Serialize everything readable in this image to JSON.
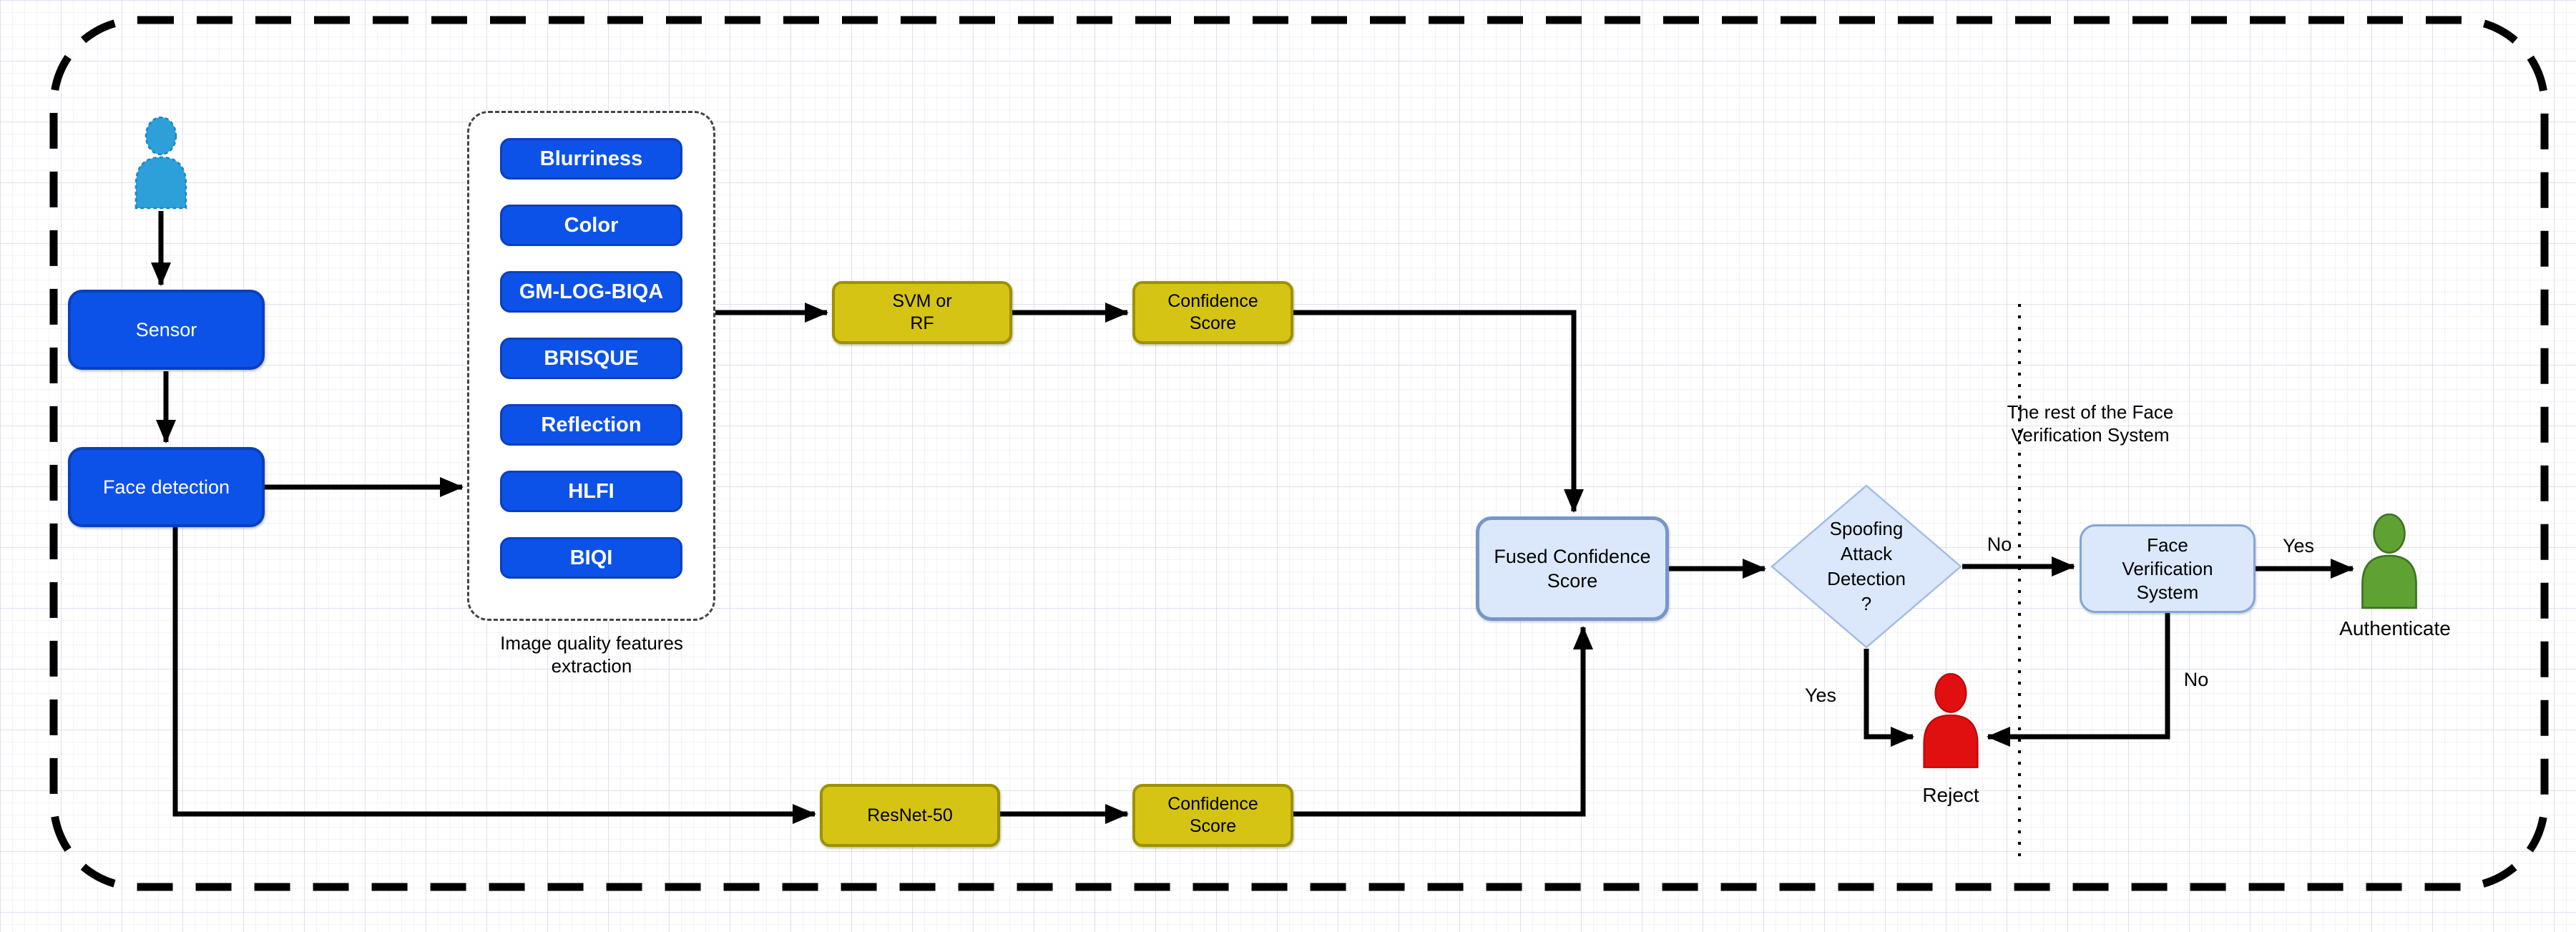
{
  "nodes": {
    "sensor": {
      "label": "Sensor"
    },
    "face_detection": {
      "label": "Face detection"
    },
    "features": {
      "caption": "Image quality features\nextraction",
      "items": [
        "Blurriness",
        "Color",
        "GM-LOG-BIQA",
        "BRISQUE",
        "Reflection",
        "HLFI",
        "BIQI"
      ]
    },
    "svm_rf": {
      "label": "SVM or\nRF"
    },
    "confidence_top": {
      "label": "Confidence\nScore"
    },
    "resnet": {
      "label": "ResNet-50"
    },
    "confidence_bottom": {
      "label": "Confidence\nScore"
    },
    "fused": {
      "label": "Fused Confidence\nScore"
    },
    "decision": {
      "label": "Spoofing\nAttack\nDetection\n?"
    },
    "face_verification": {
      "label": "Face\nVerification\nSystem"
    },
    "region_note": {
      "label": "The rest of the Face\nVerification System"
    }
  },
  "edge_labels": {
    "decision_no": "No",
    "decision_yes": "Yes",
    "fvs_yes": "Yes",
    "fvs_no": "No",
    "authenticate": "Authenticate",
    "reject": "Reject"
  },
  "icons": {
    "input_user": "person-icon",
    "authenticate_user": "person-icon",
    "reject_user": "person-icon"
  },
  "colors": {
    "node_blue_fill": "#0d52e8",
    "node_blue_border": "#0a3fbf",
    "node_yellow_fill": "#d5c414",
    "node_yellow_border": "#9c9100",
    "node_lightblue_fill": "#dbe8fb",
    "node_lightblue_border": "#7796c8",
    "person_blue": "#2d9fd9",
    "person_green": "#5fa133",
    "person_red": "#e11010",
    "edge_color": "#000000"
  }
}
